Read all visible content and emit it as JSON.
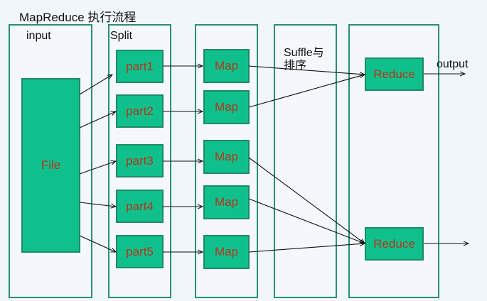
{
  "title": "MapReduce 执行流程",
  "columns": {
    "input": "input",
    "split": "Split",
    "shuffle_line1": "Suffle与",
    "shuffle_line2": "排序",
    "output": "output"
  },
  "file": "File",
  "parts": [
    "part1",
    "part2",
    "part3",
    "part4",
    "part5"
  ],
  "maps": [
    "Map",
    "Map",
    "Map",
    "Map",
    "Map"
  ],
  "reduces": [
    "Reduce",
    "Reduce"
  ],
  "colors": {
    "box_fill": "#10c08c",
    "box_text": "#b3361c",
    "column_border": "#2a8f72"
  }
}
